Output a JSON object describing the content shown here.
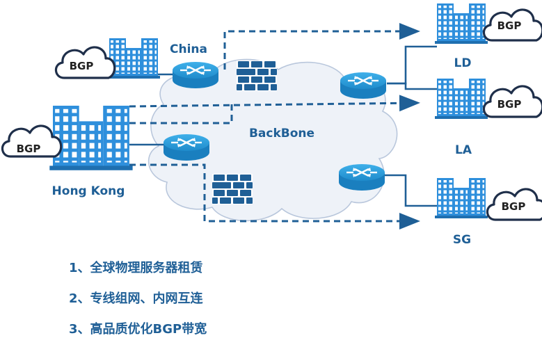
{
  "labels": {
    "china": "China",
    "hong_kong": "Hong Kong",
    "backbone": "BackBone",
    "ld": "LD",
    "la": "LA",
    "sg": "SG",
    "bgp": "BGP"
  },
  "features": [
    "1、全球物理服务器租赁",
    "2、专线组网、内网互连",
    "3、高品质优化BGP带宽"
  ],
  "colors": {
    "blue": "#1f5f96",
    "building": "#2e8fdc",
    "cloud_fill": "#eef2f8",
    "router": "#2a8fcf",
    "firewall": "#1f5f96"
  }
}
